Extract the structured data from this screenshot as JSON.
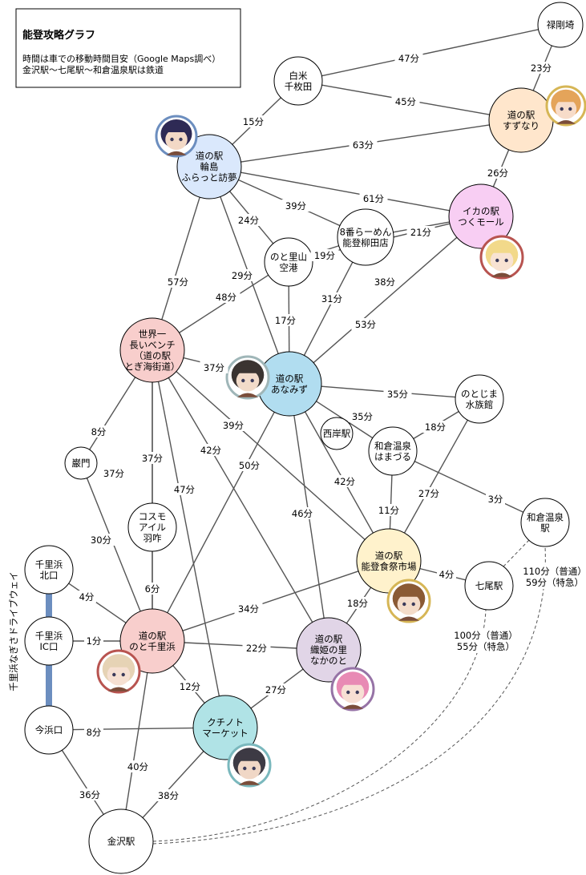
{
  "legend": {
    "title": "能登攻略グラフ",
    "line1": "時間は車での移動時間目安（Google Maps調べ）",
    "line2": "金沢駅～七尾駅～和倉温泉駅は鉄道"
  },
  "side_label": "千里浜なぎさドライブウェイ",
  "colors": {
    "blue": "#dae8fc",
    "orange": "#ffe6cc",
    "pink": "#f8cef3",
    "red": "#f8cecc",
    "cyan": "#b1ddf0",
    "yellow": "#fff2cc",
    "purple": "#e1d5e7",
    "teal": "#b0e3e6",
    "white": "#ffffff",
    "drive": "#6c8ebf"
  },
  "nodes": [
    {
      "id": "rokugozaki",
      "label": [
        "禄剛埼"
      ],
      "color": "white"
    },
    {
      "id": "shiroyone",
      "label": [
        "白米",
        "千枚田"
      ],
      "color": "white"
    },
    {
      "id": "suzunari",
      "label": [
        "道の駅",
        "すずなり"
      ],
      "color": "orange"
    },
    {
      "id": "wajima",
      "label": [
        "道の駅",
        "輪島",
        "ふらっと訪夢"
      ],
      "color": "blue"
    },
    {
      "id": "tsukumole",
      "label": [
        "イカの駅",
        "つくモール"
      ],
      "color": "pink"
    },
    {
      "id": "hachiban",
      "label": [
        "8番らーめん",
        "能登柳田店"
      ],
      "color": "white"
    },
    {
      "id": "noto_airport",
      "label": [
        "のと里山",
        "空港"
      ],
      "color": "white"
    },
    {
      "id": "bench",
      "label": [
        "世界一",
        "長いベンチ",
        "（道の駅",
        "とぎ海街道）"
      ],
      "color": "red"
    },
    {
      "id": "anamizu",
      "label": [
        "道の駅",
        "あなみず"
      ],
      "color": "cyan"
    },
    {
      "id": "notojima",
      "label": [
        "のとじま",
        "水族館"
      ],
      "color": "white"
    },
    {
      "id": "nishigishi",
      "label": [
        "西岸駅"
      ],
      "color": "white"
    },
    {
      "id": "hamazuru",
      "label": [
        "和倉温泉",
        "はまづる"
      ],
      "color": "white"
    },
    {
      "id": "ganmon",
      "label": [
        "巌門"
      ],
      "color": "white"
    },
    {
      "id": "cosmo",
      "label": [
        "コスモ",
        "アイル",
        "羽咋"
      ],
      "color": "white"
    },
    {
      "id": "wakura_st",
      "label": [
        "和倉温泉",
        "駅"
      ],
      "color": "white"
    },
    {
      "id": "shokusai",
      "label": [
        "道の駅",
        "能登食祭市場"
      ],
      "color": "yellow"
    },
    {
      "id": "nanao",
      "label": [
        "七尾駅"
      ],
      "color": "white"
    },
    {
      "id": "chirihama_n",
      "label": [
        "千里浜",
        "北口"
      ],
      "color": "white"
    },
    {
      "id": "chirihama_ic",
      "label": [
        "千里浜",
        "IC口"
      ],
      "color": "white"
    },
    {
      "id": "noto_chirihama",
      "label": [
        "道の駅",
        "のと千里浜"
      ],
      "color": "red"
    },
    {
      "id": "orihime",
      "label": [
        "道の駅",
        "織姫の里",
        "なかのと"
      ],
      "color": "purple"
    },
    {
      "id": "imahama",
      "label": [
        "今浜口"
      ],
      "color": "white"
    },
    {
      "id": "kuchinoto",
      "label": [
        "クチノト",
        "マーケット"
      ],
      "color": "teal"
    },
    {
      "id": "kanazawa",
      "label": [
        "金沢駅"
      ],
      "color": "white"
    }
  ],
  "edges": [
    {
      "from": "shiroyone",
      "to": "rokugozaki",
      "label": "47分"
    },
    {
      "from": "rokugozaki",
      "to": "suzunari",
      "label": "23分"
    },
    {
      "from": "shiroyone",
      "to": "suzunari",
      "label": "45分"
    },
    {
      "from": "wajima",
      "to": "shiroyone",
      "label": "15分"
    },
    {
      "from": "wajima",
      "to": "suzunari",
      "label": "63分"
    },
    {
      "from": "suzunari",
      "to": "tsukumole",
      "label": "26分"
    },
    {
      "from": "wajima",
      "to": "tsukumole",
      "label": "61分"
    },
    {
      "from": "wajima",
      "to": "hachiban",
      "label": "39分"
    },
    {
      "from": "wajima",
      "to": "noto_airport",
      "label": "24分"
    },
    {
      "from": "hachiban",
      "to": "tsukumole",
      "label": "21分"
    },
    {
      "from": "noto_airport",
      "to": "hachiban",
      "label": "19分"
    },
    {
      "from": "noto_airport",
      "to": "tsukumole",
      "label": "38分"
    },
    {
      "from": "wajima",
      "to": "bench",
      "label": "57分"
    },
    {
      "from": "wajima",
      "to": "anamizu",
      "label": "29分"
    },
    {
      "from": "bench",
      "to": "noto_airport",
      "label": "48分"
    },
    {
      "from": "noto_airport",
      "to": "anamizu",
      "label": "17分"
    },
    {
      "from": "hachiban",
      "to": "anamizu",
      "label": "31分"
    },
    {
      "from": "tsukumole",
      "to": "anamizu",
      "label": "53分"
    },
    {
      "from": "bench",
      "to": "anamizu",
      "label": "37分"
    },
    {
      "from": "anamizu",
      "to": "notojima",
      "label": "35分"
    },
    {
      "from": "anamizu",
      "to": "hamazuru",
      "label": "35分"
    },
    {
      "from": "hamazuru",
      "to": "notojima",
      "label": "18分"
    },
    {
      "from": "hamazuru",
      "to": "wakura_st",
      "label": "3分"
    },
    {
      "from": "hamazuru",
      "to": "shokusai",
      "label": "11分"
    },
    {
      "from": "notojima",
      "to": "shokusai",
      "label": "27分"
    },
    {
      "from": "anamizu",
      "to": "shokusai",
      "label": "42分"
    },
    {
      "from": "bench",
      "to": "shokusai",
      "label": "39分"
    },
    {
      "from": "bench",
      "to": "ganmon",
      "label": "8分"
    },
    {
      "from": "bench",
      "to": "cosmo",
      "label": "37分"
    },
    {
      "from": "bench",
      "to": "noto_chirihama",
      "label": "37分"
    },
    {
      "from": "bench",
      "to": "orihime",
      "label": "42分"
    },
    {
      "from": "bench",
      "to": "kuchinoto",
      "label": "47分"
    },
    {
      "from": "anamizu",
      "to": "noto_chirihama",
      "label": "50分"
    },
    {
      "from": "anamizu",
      "to": "orihime",
      "label": "46分"
    },
    {
      "from": "ganmon",
      "to": "noto_chirihama",
      "label": "30分"
    },
    {
      "from": "cosmo",
      "to": "noto_chirihama",
      "label": "6分"
    },
    {
      "from": "shokusai",
      "to": "nanao",
      "label": "4分"
    },
    {
      "from": "shokusai",
      "to": "noto_chirihama",
      "label": "34分"
    },
    {
      "from": "shokusai",
      "to": "orihime",
      "label": "18分"
    },
    {
      "from": "chirihama_n",
      "to": "noto_chirihama",
      "label": "4分"
    },
    {
      "from": "chirihama_ic",
      "to": "noto_chirihama",
      "label": "1分"
    },
    {
      "from": "noto_chirihama",
      "to": "orihime",
      "label": "22分"
    },
    {
      "from": "noto_chirihama",
      "to": "kuchinoto",
      "label": "12分"
    },
    {
      "from": "orihime",
      "to": "kuchinoto",
      "label": "27分"
    },
    {
      "from": "imahama",
      "to": "kuchinoto",
      "label": "8分"
    },
    {
      "from": "imahama",
      "to": "kanazawa",
      "label": "36分"
    },
    {
      "from": "noto_chirihama",
      "to": "kanazawa",
      "label": "40分"
    },
    {
      "from": "kuchinoto",
      "to": "kanazawa",
      "label": "38分"
    }
  ],
  "rail": [
    {
      "from": "kanazawa",
      "to": "nanao",
      "label": [
        "100分（普通）",
        "55分（特急）"
      ]
    },
    {
      "from": "kanazawa",
      "to": "wakura_st",
      "label": [
        "110分（普通）",
        "59分（特急）"
      ]
    }
  ],
  "avatars": [
    {
      "id": "avatar-wajima",
      "ring": "#6c8ebf"
    },
    {
      "id": "avatar-suzunari",
      "ring": "#d6b656"
    },
    {
      "id": "avatar-tsukumole",
      "ring": "#b85450"
    },
    {
      "id": "avatar-anamizu",
      "ring": "#9fb6b8"
    },
    {
      "id": "avatar-shokusai",
      "ring": "#d6b656"
    },
    {
      "id": "avatar-chirihama",
      "ring": "#b85450"
    },
    {
      "id": "avatar-orihime",
      "ring": "#9673a6"
    },
    {
      "id": "avatar-kuchinoto",
      "ring": "#7ab8bd"
    }
  ]
}
